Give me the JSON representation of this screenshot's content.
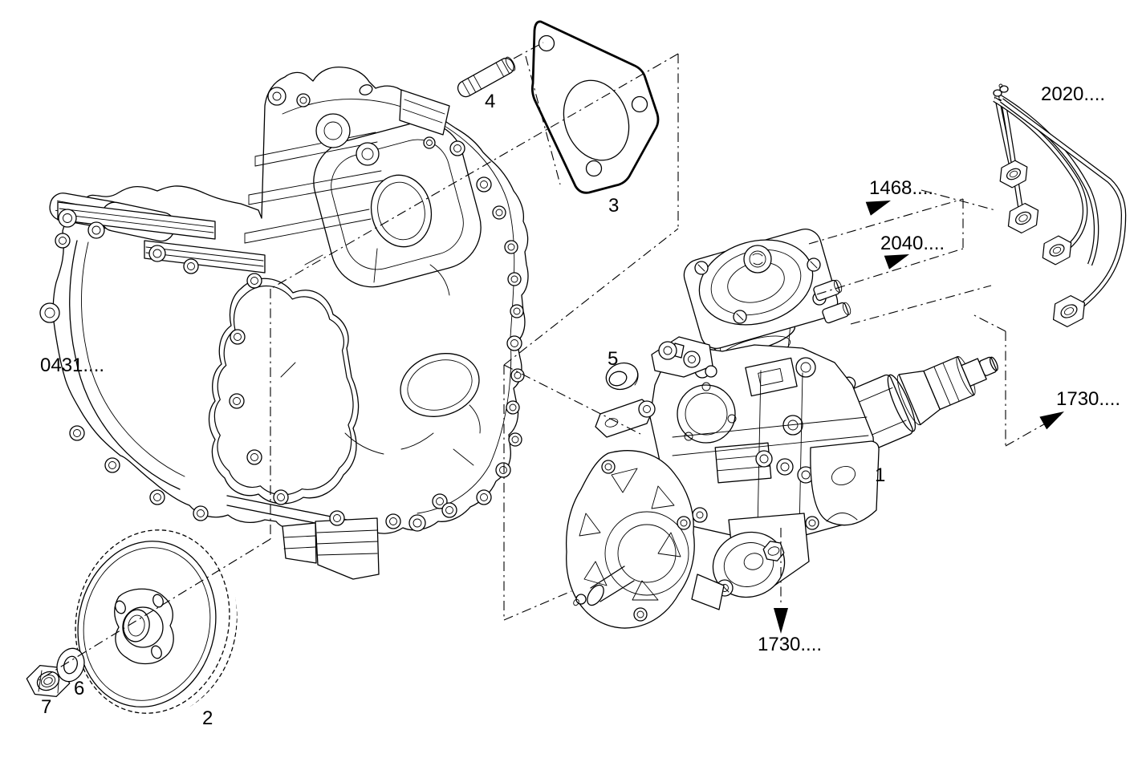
{
  "page": {
    "type": "exploded-parts-diagram",
    "colors": {
      "line": "#000000",
      "background": "#ffffff"
    }
  },
  "ref_labels": {
    "r0431": "0431....",
    "r1468": "1468....",
    "r2040": "2040....",
    "r2020": "2020....",
    "r1730_right": "1730....",
    "r1730_bottom": "1730...."
  },
  "part_numbers": {
    "p1": "1",
    "p2": "2",
    "p3": "3",
    "p4": "4",
    "p5": "5",
    "p6": "6",
    "p7": "7"
  }
}
